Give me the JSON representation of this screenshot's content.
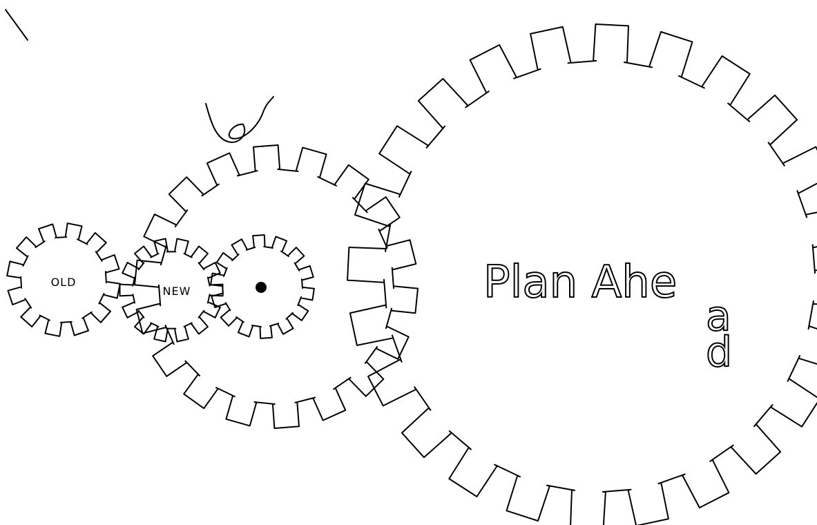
{
  "diagram": {
    "gears": [
      {
        "id": "old",
        "label": "OLD"
      },
      {
        "id": "new",
        "label": "NEW"
      },
      {
        "id": "small",
        "label": ""
      },
      {
        "id": "medium",
        "label": ""
      },
      {
        "id": "large",
        "label": "Plan Ahead"
      }
    ],
    "big_text": {
      "line1": "Plan Ahe",
      "tail1": "a",
      "tail2": "d"
    }
  }
}
